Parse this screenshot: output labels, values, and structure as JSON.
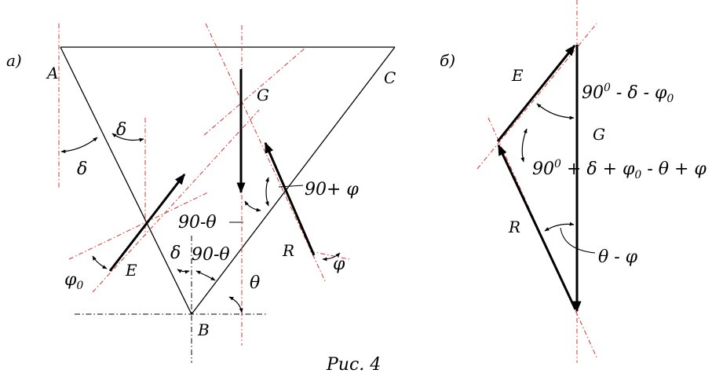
{
  "figure": {
    "caption": "Рис. 4",
    "panel_a": {
      "tag": "а)",
      "points": {
        "A": "A",
        "B": "B",
        "C": "C",
        "G": "G",
        "E": "E",
        "R": "R"
      },
      "angles": {
        "delta_top": "δ",
        "delta_left": "δ",
        "delta_bottom": "δ",
        "ninety_minus_theta_left": "90-θ",
        "ninety_minus_theta_bottom": "90-θ",
        "ninety_plus_phi": "90+ φ",
        "theta": "θ",
        "phi": "φ",
        "phi0": "φ",
        "phi0_sub": "0"
      }
    },
    "panel_b": {
      "tag": "б)",
      "vectors": {
        "E": "E",
        "G": "G",
        "R": "R"
      },
      "angles": {
        "top": {
          "a": "90",
          "sup": "0",
          "b": " - δ - φ",
          "sub": "0"
        },
        "middle": {
          "a": "90",
          "sup": "0",
          "b": " + δ + φ",
          "sub": "0",
          "c": " - θ + φ"
        },
        "bottom": "θ - φ"
      }
    }
  }
}
